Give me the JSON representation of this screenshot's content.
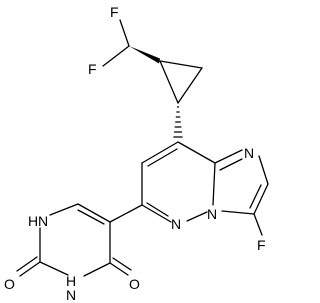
{
  "molecule": {
    "atoms": {
      "F_top": "F",
      "F_left": "F",
      "N_imid": "N",
      "N_bridge": "N",
      "N_pyr": "N",
      "F_ring": "F",
      "NH_upper": "H",
      "NH_upper_n": "N",
      "NH_lower": "H",
      "NH_lower_n": "N",
      "O_left": "O",
      "O_right": "O"
    },
    "colors": {
      "ink": "#000000",
      "paper": "#ffffff"
    }
  }
}
